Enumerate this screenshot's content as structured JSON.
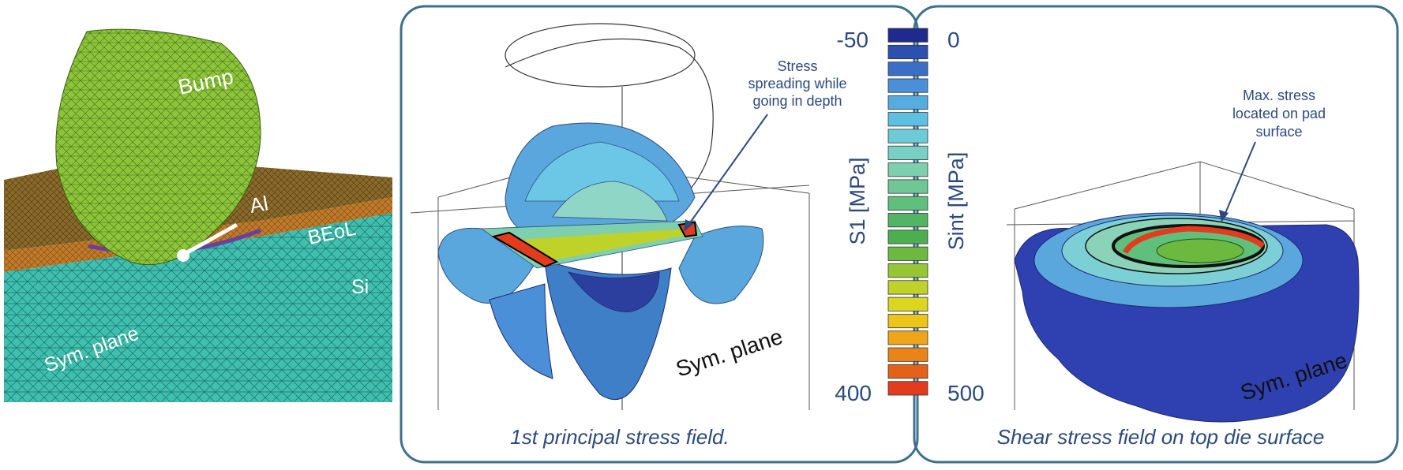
{
  "left_panel": {
    "bump": "Bump",
    "al": "Al",
    "beol": "BEoL",
    "si": "Si",
    "sym_plane": "Sym. plane"
  },
  "s1_panel": {
    "annotation": [
      "Stress",
      "spreading while",
      "going in depth"
    ],
    "sym_plane": "Sym. plane",
    "caption": "1st principal stress field."
  },
  "colorbar": {
    "s1_label": "S1 [MPa]",
    "sint_label": "Sint [MPa]",
    "s1_min": "-50",
    "s1_max": "400",
    "sint_min": "0",
    "sint_max": "500",
    "colors": [
      "#1e2a8c",
      "#2d4fae",
      "#3a6fc6",
      "#4a8fd8",
      "#55acde",
      "#5ec0e0",
      "#6ccbd6",
      "#78d0c4",
      "#7dcfae",
      "#6fc796",
      "#5fbf7c",
      "#52b565",
      "#4cae4e",
      "#6cb93f",
      "#97c634",
      "#bfd22a",
      "#dcd620",
      "#ecc41a",
      "#eea51a",
      "#ea8419",
      "#e46218",
      "#e23b1e"
    ]
  },
  "sint_panel": {
    "annotation": [
      "Max. stress",
      "located on pad",
      "surface"
    ],
    "sym_plane": "Sym. plane",
    "caption": "Shear stress field on top die surface"
  },
  "colors": {
    "frame": "#3d6f8e",
    "text_blue": "#2c4a7c",
    "mesh_green": "#8bc23a",
    "mesh_cyan": "#3fc0b0",
    "mesh_orange": "#c07a2a"
  }
}
